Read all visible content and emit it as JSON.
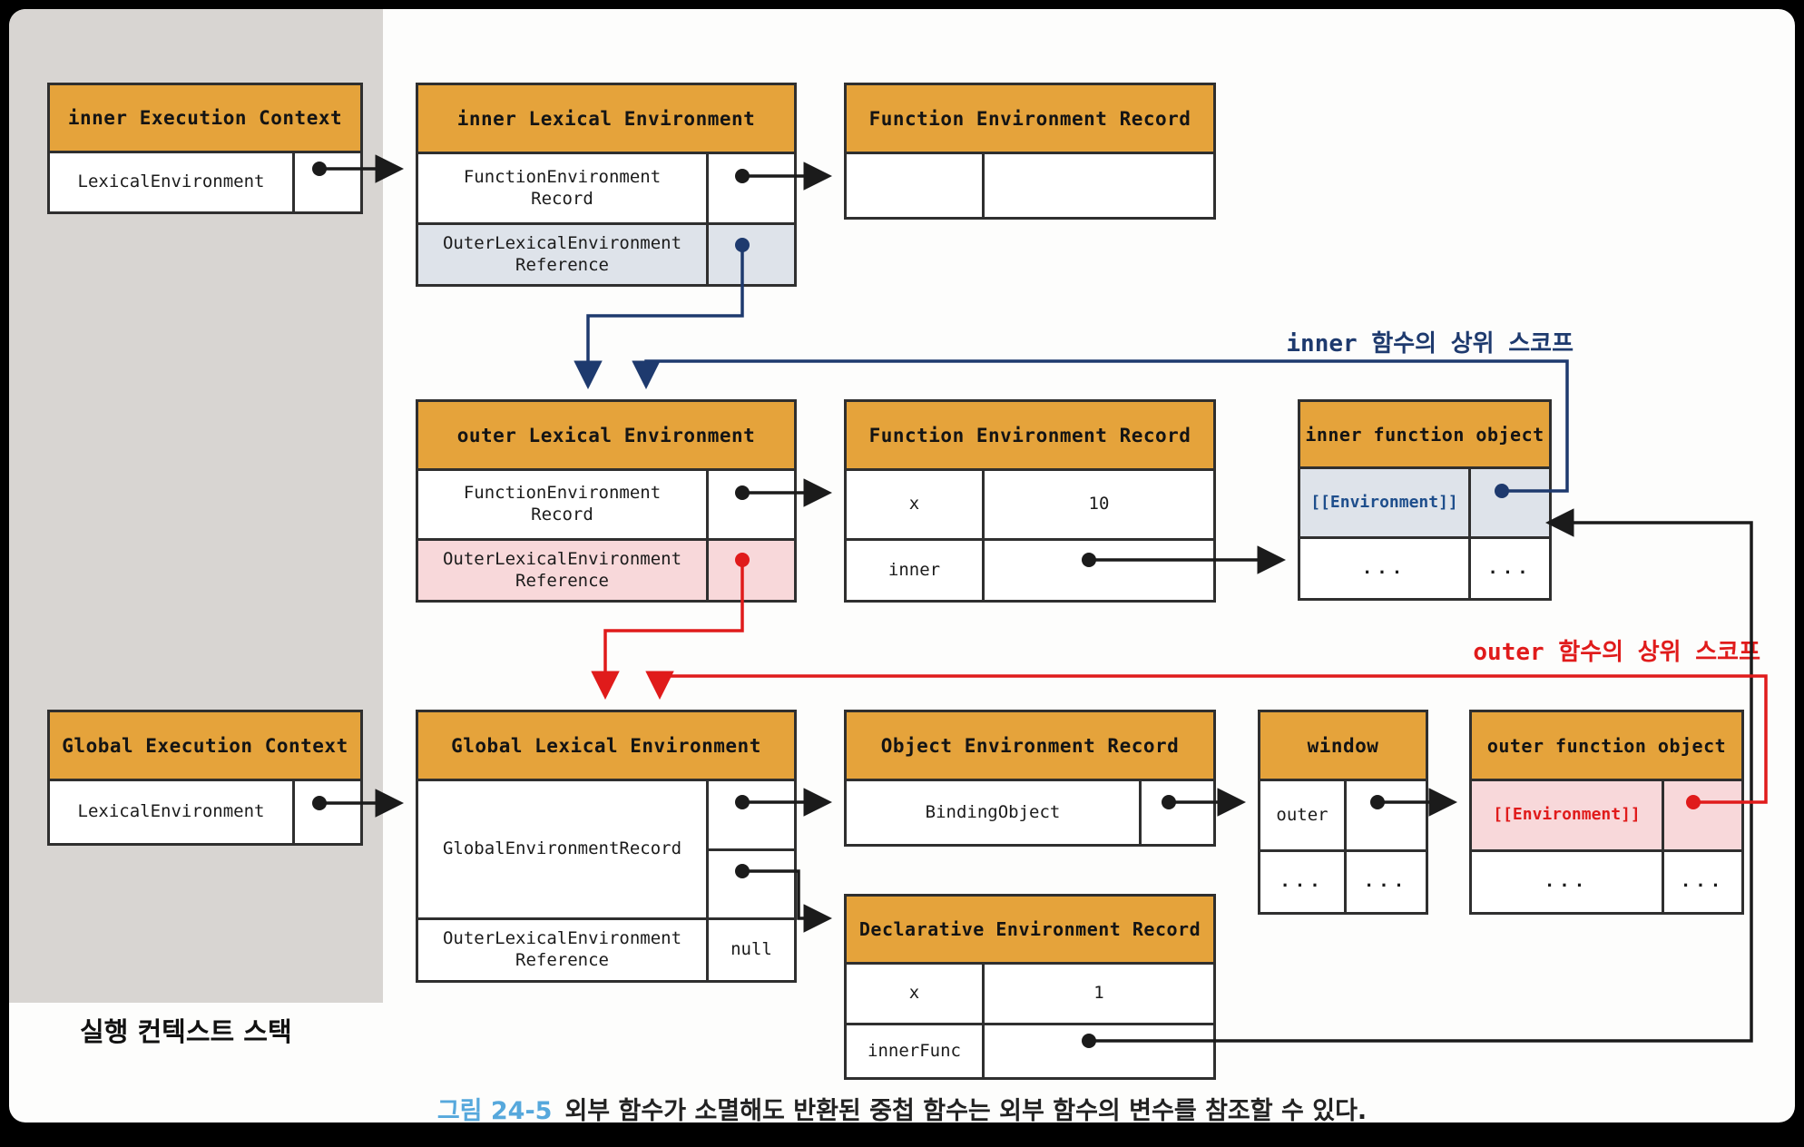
{
  "stack_panel": {
    "label": "실행 컨텍스트 스택"
  },
  "annotations": {
    "inner_scope": "inner 함수의 상위 스코프",
    "outer_scope": "outer 함수의 상위 스코프"
  },
  "caption": {
    "prefix": "그림 24-5",
    "text": "외부 함수가 소멸해도 반환된 중첩 함수는 외부 함수의 변수를 참조할 수 있다."
  },
  "shared": {
    "ellipsis": "...",
    "null_value": "null"
  },
  "boxes": {
    "inner_execution_context": {
      "title": "inner Execution Context",
      "row_label": "LexicalEnvironment"
    },
    "inner_lexical_environment": {
      "title": "inner Lexical Environment",
      "record_lines": [
        "FunctionEnvironment",
        "Record"
      ],
      "outer_ref_lines": [
        "OuterLexicalEnvironment",
        "Reference"
      ]
    },
    "function_environment_record_top": {
      "title": "Function Environment Record"
    },
    "outer_lexical_environment": {
      "title": "outer Lexical Environment",
      "record_lines": [
        "FunctionEnvironment",
        "Record"
      ],
      "outer_ref_lines": [
        "OuterLexicalEnvironment",
        "Reference"
      ]
    },
    "function_environment_record_mid": {
      "title": "Function Environment Record",
      "x_label": "x",
      "x_value": "10",
      "inner_label": "inner"
    },
    "inner_function_object": {
      "title": "inner function object",
      "env_label": "[[Environment]]"
    },
    "global_execution_context": {
      "title": "Global Execution Context",
      "row_label": "LexicalEnvironment"
    },
    "global_lexical_environment": {
      "title": "Global Lexical Environment",
      "record_label": "GlobalEnvironmentRecord",
      "outer_ref_lines": [
        "OuterLexicalEnvironment",
        "Reference"
      ],
      "outer_ref_value": "null"
    },
    "object_environment_record": {
      "title": "Object Environment Record",
      "binding_label": "BindingObject"
    },
    "declarative_environment_record": {
      "title": "Declarative Environment Record",
      "x_label": "x",
      "x_value": "1",
      "inner_func_label": "innerFunc"
    },
    "window_object": {
      "title": "window",
      "outer_label": "outer"
    },
    "outer_function_object": {
      "title": "outer function object",
      "env_label": "[[Environment]]"
    }
  },
  "colors": {
    "header_orange": "#E5A33B",
    "scope_blue": "#1e3a6e",
    "scope_red": "#e01b1b",
    "pink_row": "#f8d8da",
    "bluegray_row": "#dee3ea",
    "stack_panel_gray": "#d8d5d2",
    "caption_accent": "#56a8dc"
  }
}
